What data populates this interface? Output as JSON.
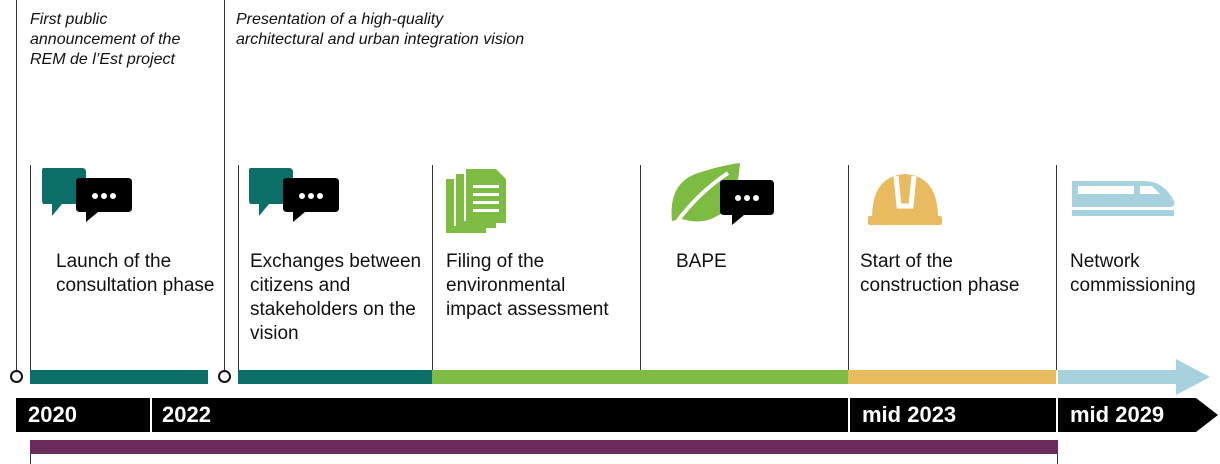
{
  "notes": [
    "First public announcement of the REM de l’Est project",
    "Presentation of a high-quality architectural and urban integration vision"
  ],
  "milestones": [
    {
      "label": "Launch of the consultation phase",
      "icon": "speech-bubbles-icon"
    },
    {
      "label": "Exchanges between citizens and stakeholders on the vision",
      "icon": "speech-bubbles-icon"
    },
    {
      "label": "Filing of the environmental impact assessment",
      "icon": "document-stack-icon"
    },
    {
      "label": "BAPE",
      "icon": "leaf-speech-icon"
    },
    {
      "label": "Start of the construction phase",
      "icon": "hard-hat-icon"
    },
    {
      "label": "Network commissioning",
      "icon": "train-icon"
    }
  ],
  "years": [
    "2020",
    "2022",
    "mid 2023",
    "mid 2029"
  ],
  "colors": {
    "teal": "#0b6e67",
    "green": "#7dbb42",
    "yellow": "#e8bb60",
    "lightblue": "#a8d1de",
    "purple": "#6b2c5c",
    "black": "#000000"
  }
}
